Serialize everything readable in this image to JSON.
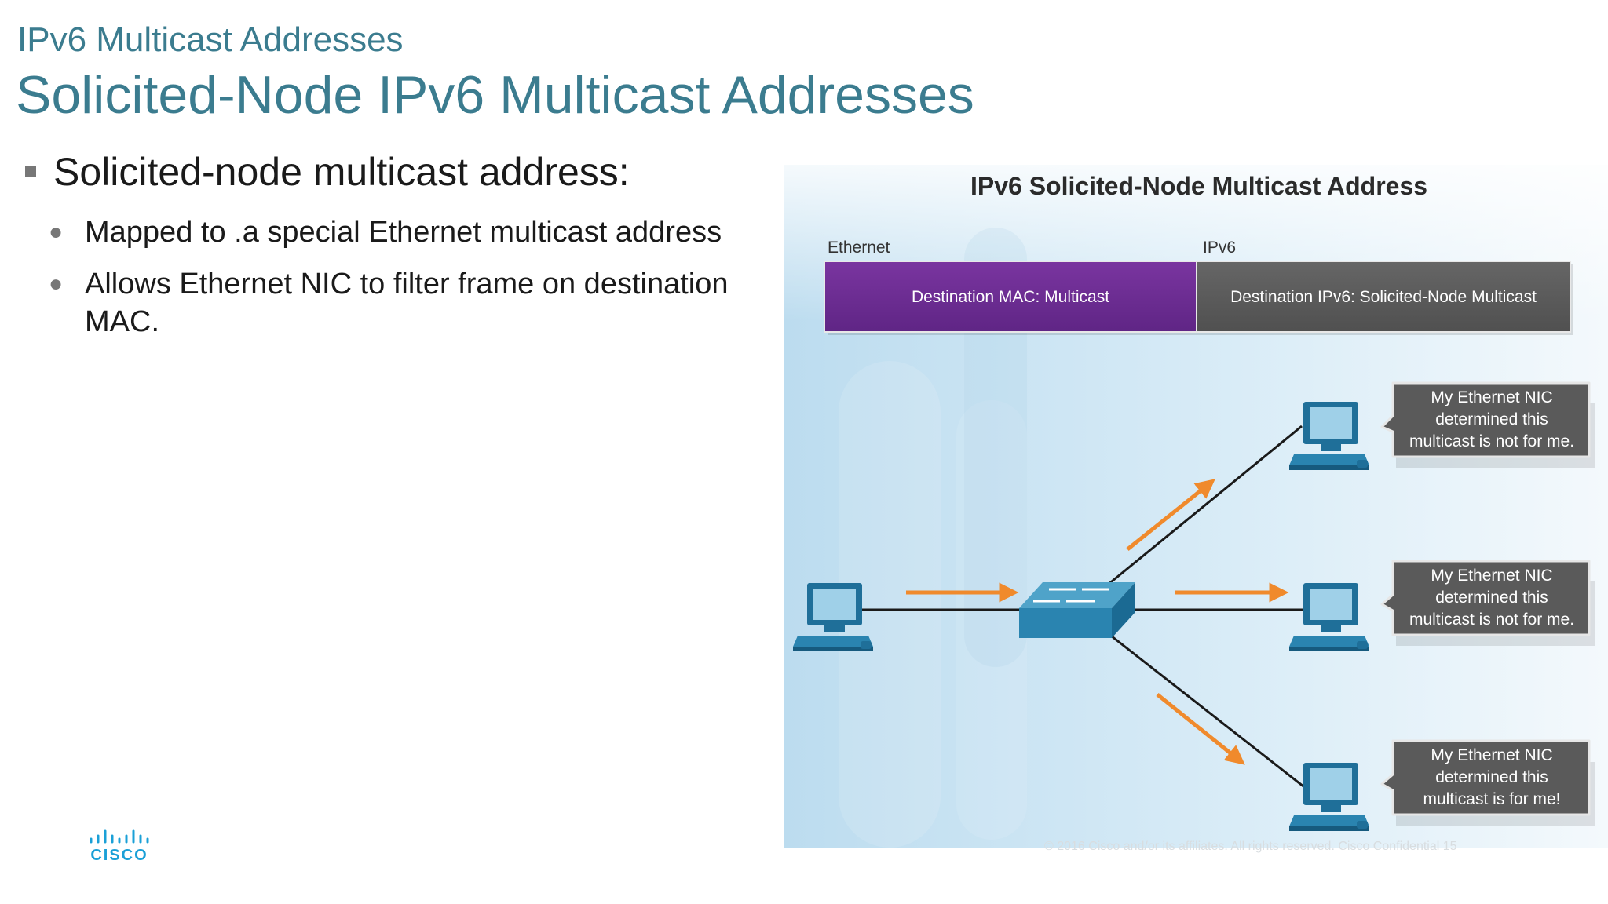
{
  "header": {
    "section": "IPv6 Multicast Addresses",
    "title": "Solicited-Node IPv6 Multicast Addresses"
  },
  "content": {
    "main_bullet": "Solicited-node multicast address:",
    "sub_bullets": [
      "Mapped to .a special Ethernet multicast address",
      "Allows Ethernet NIC to filter frame on destination MAC."
    ]
  },
  "figure": {
    "title": "IPv6 Solicited-Node Multicast Address",
    "layer_labels": {
      "ethernet": "Ethernet",
      "ipv6": "IPv6"
    },
    "header_fields": {
      "mac": "Destination MAC: Multicast",
      "ipv6": "Destination IPv6: Solicited-Node Multicast"
    },
    "callouts": [
      [
        "My Ethernet NIC",
        "determined this",
        "multicast is not for me."
      ],
      [
        "My Ethernet NIC",
        "determined this",
        "multicast is not for me."
      ],
      [
        "My Ethernet NIC",
        "determined this",
        "multicast is for me!"
      ]
    ],
    "colors": {
      "mac_field": "#6a2b8e",
      "ipv6_field": "#5a5a5a",
      "arrow": "#f08a2c",
      "device": "#2a7fa8"
    }
  },
  "footer": {
    "logo": "cisco",
    "copyright": "© 2016 Cisco and/or its affiliates. All rights reserved.   Cisco Confidential      15"
  }
}
